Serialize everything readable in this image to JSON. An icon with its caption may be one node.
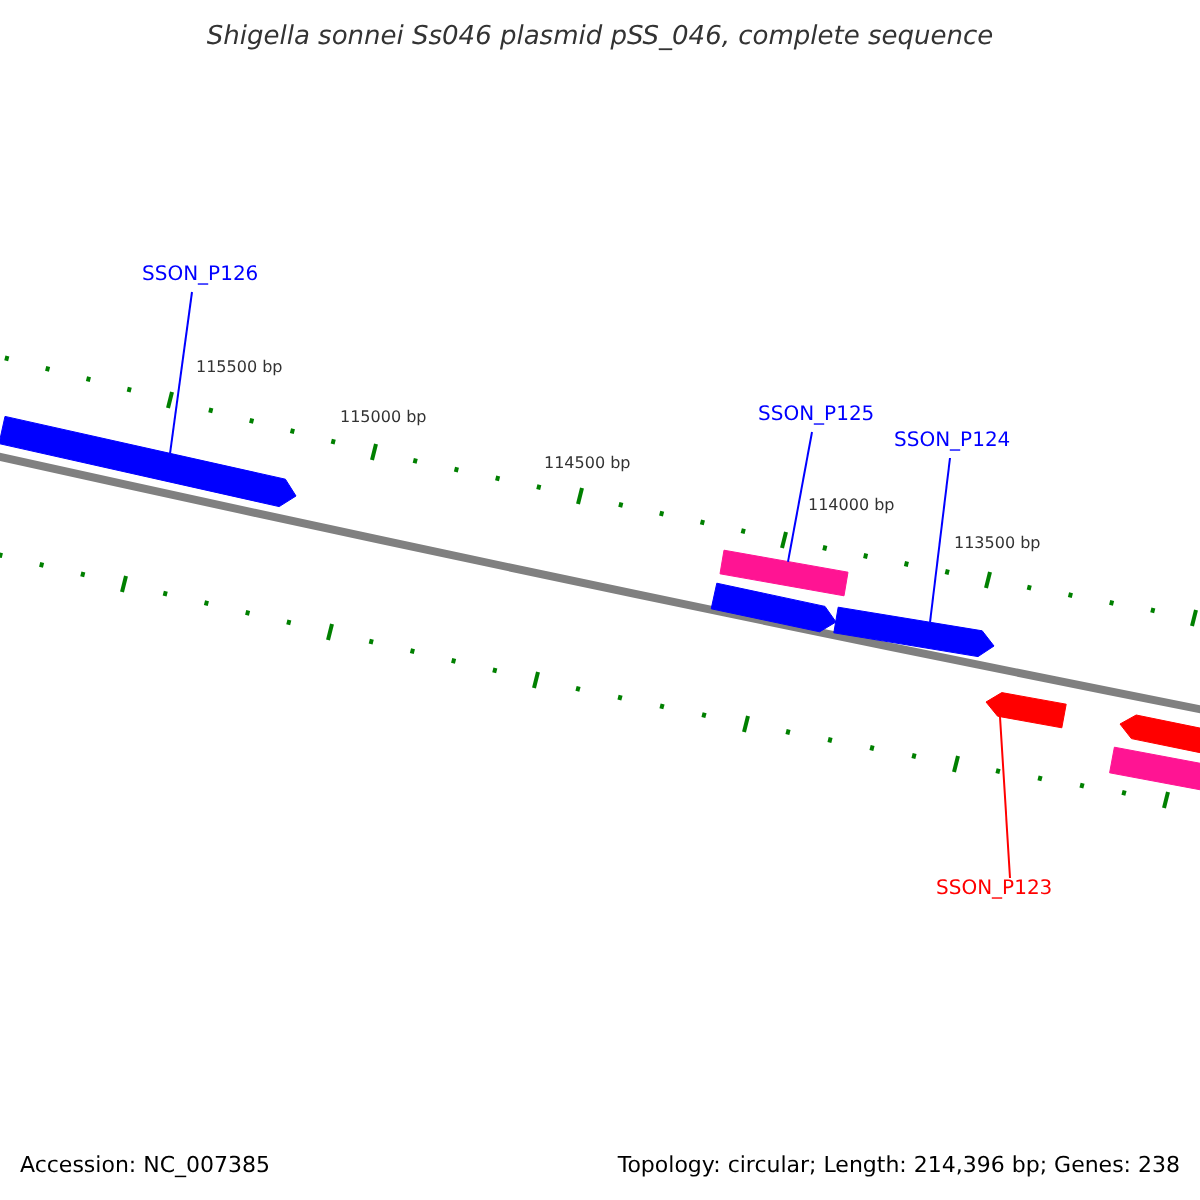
{
  "diagram": {
    "title": "Shigella sonnei Ss046 plasmid pSS_046, complete sequence",
    "nodes": [
      {
        "text": [
          "SSON_P126"
        ]
      },
      {
        "text": [],
        "shape": "bar"
      },
      {
        "text": [
          "SSON_P125"
        ]
      },
      {
        "text": [],
        "shape": "bar"
      },
      {
        "text": [
          "SSON_P124"
        ]
      },
      {
        "text": [],
        "shape": "bar"
      },
      {
        "text": [],
        "shape": "bar"
      },
      {
        "text": [],
        "shape": "bar"
      },
      {
        "text": [],
        "shape": "bar"
      },
      {
        "text": [],
        "shape": "bar"
      },
      {
        "text": [
          "SSON_P123"
        ]
      }
    ],
    "edges": [
      {
        "from": 0,
        "to": 1,
        "arrow": "none"
      },
      {
        "from": 2,
        "to": 3,
        "arrow": "none"
      },
      {
        "from": 4,
        "to": 6,
        "arrow": "none"
      },
      {
        "from": 10,
        "to": 7,
        "arrow": "none",
        "color": "#ff0000"
      }
    ],
    "labels": [
      "115500 bp",
      "115000 bp",
      "114500 bp",
      "114000 bp",
      "113500 bp",
      "Accession: NC_007385",
      "Topology: circular; Length: 214,396 bp; Genes: 238"
    ]
  }
}
